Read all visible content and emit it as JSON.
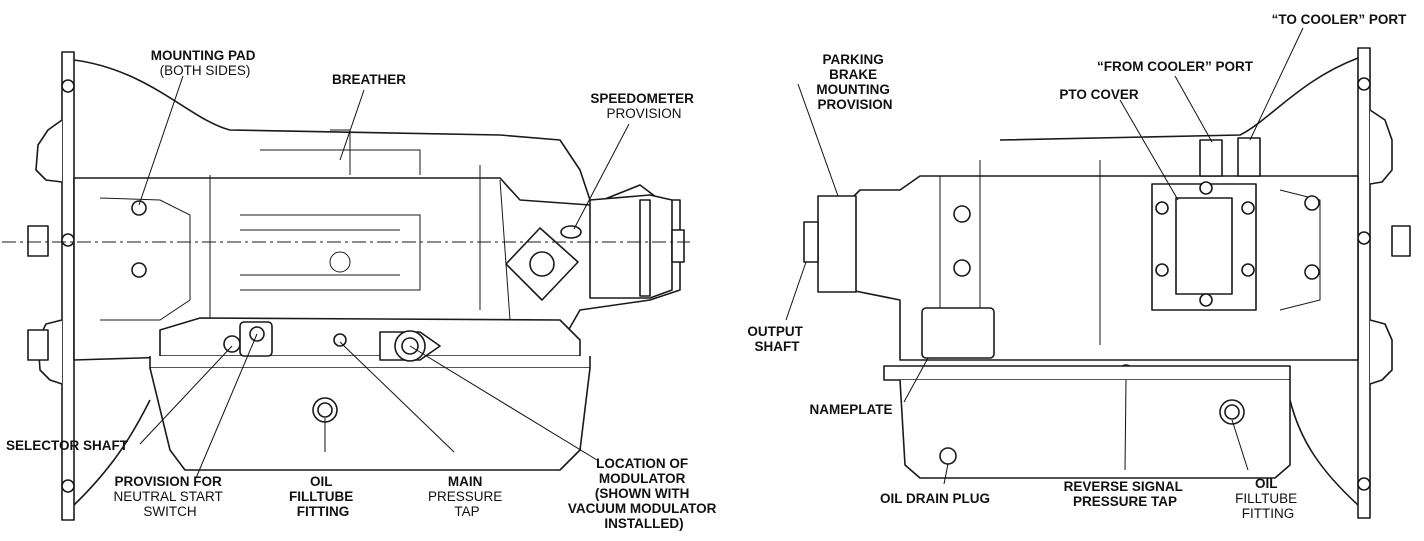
{
  "left_view": {
    "labels": {
      "mounting_pad": [
        "MOUNTING PAD",
        "(BOTH SIDES)"
      ],
      "breather": [
        "BREATHER"
      ],
      "speedometer": [
        "SPEEDOMETER",
        "PROVISION"
      ],
      "selector_shaft": [
        "SELECTOR SHAFT"
      ],
      "neutral_start": [
        "PROVISION FOR",
        "NEUTRAL START",
        "SWITCH"
      ],
      "oil_filltube": [
        "OIL",
        "FILLTUBE",
        "FITTING"
      ],
      "main_pressure": [
        "MAIN",
        "PRESSURE",
        "TAP"
      ],
      "modulator": [
        "LOCATION OF",
        "MODULATOR",
        "(SHOWN WITH",
        "VACUUM MODULATOR",
        "INSTALLED)"
      ]
    }
  },
  "right_view": {
    "labels": {
      "to_cooler": [
        "“TO COOLER” PORT"
      ],
      "from_cooler": [
        "“FROM COOLER” PORT"
      ],
      "parking_brake": [
        "PARKING",
        "BRAKE",
        "MOUNTING",
        "PROVISION"
      ],
      "pto_cover": [
        "PTO COVER"
      ],
      "output_shaft": [
        "OUTPUT",
        "SHAFT"
      ],
      "nameplate": [
        "NAMEPLATE"
      ],
      "oil_drain": [
        "OIL DRAIN PLUG"
      ],
      "reverse_signal": [
        "REVERSE SIGNAL",
        "PRESSURE TAP"
      ],
      "oil_filltube": [
        "OIL",
        "FILLTUBE",
        "FITTING"
      ]
    }
  }
}
